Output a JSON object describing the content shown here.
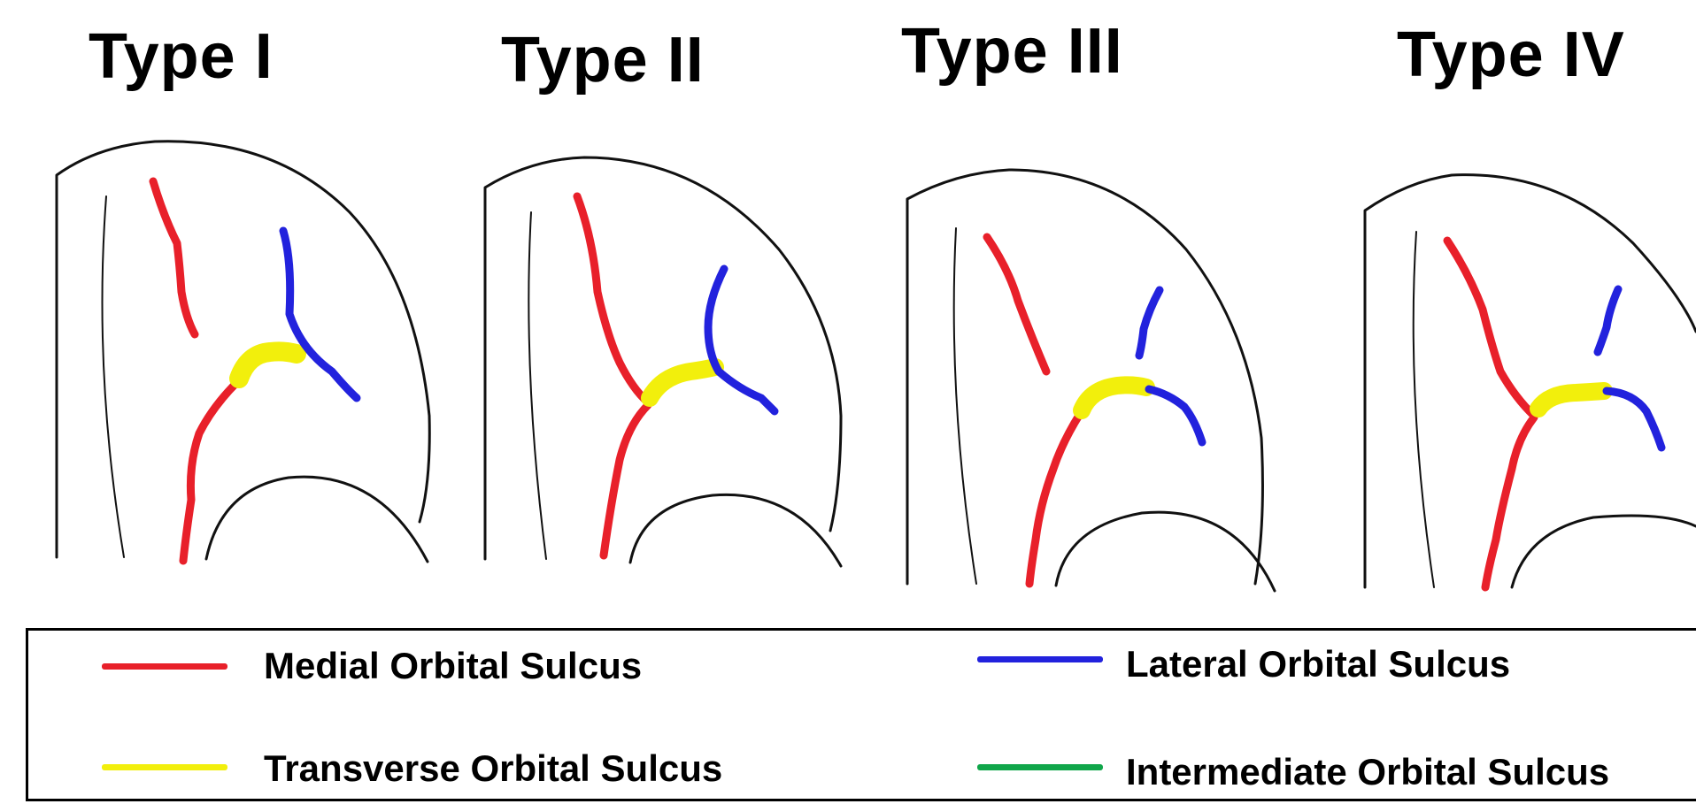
{
  "titles": [
    "Type I",
    "Type II",
    "Type III",
    "Type IV"
  ],
  "legend": [
    {
      "label": "Medial Orbital Sulcus",
      "color": "#e8202a"
    },
    {
      "label": "Lateral Orbital Sulcus",
      "color": "#2222dd"
    },
    {
      "label": "Transverse Orbital Sulcus",
      "color": "#f2ef0c"
    },
    {
      "label": "Intermediate Orbital Sulcus",
      "color": "#10a64a"
    }
  ],
  "colors": {
    "outline": "#111111",
    "medial": "#e8202a",
    "lateral": "#2222dd",
    "transverse": "#f2ef0c"
  }
}
